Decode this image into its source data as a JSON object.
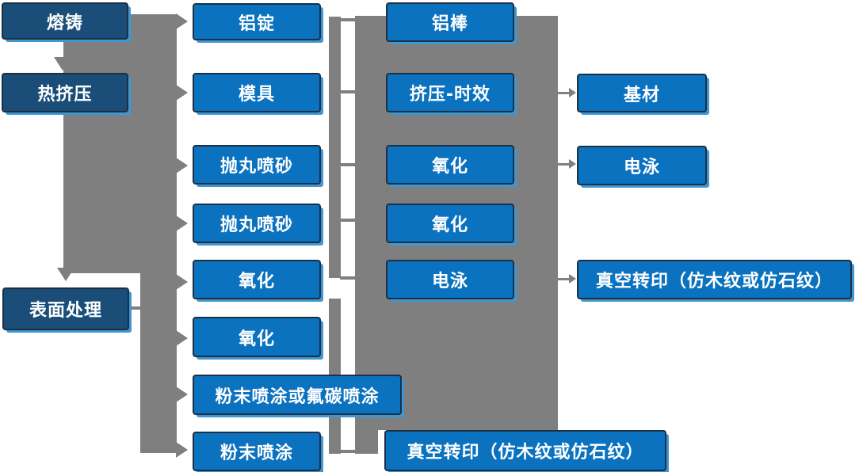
{
  "diagram": {
    "type": "flowchart",
    "language": "zh-CN",
    "colors": {
      "node_blue": "#0B72C0",
      "node_dark_blue": "#1A4E79",
      "node_border": "#1D3043",
      "echo_light_blue": "#3E97D3",
      "connector_gray": "#7F7F7F",
      "text": "#FFFFFF",
      "background": "#FFFFFF"
    },
    "nodes": {
      "rongzhu": {
        "label": "熔铸"
      },
      "rejiya": {
        "label": "热挤压"
      },
      "biaomianchuli": {
        "label": "表面处理"
      },
      "lvding": {
        "label": "铝锭"
      },
      "muju": {
        "label": "模具"
      },
      "paowan1": {
        "label": "抛丸喷砂"
      },
      "paowan2": {
        "label": "抛丸喷砂"
      },
      "yanghua_c2a": {
        "label": "氧化"
      },
      "yanghua_c2b": {
        "label": "氧化"
      },
      "fenmo_futan": {
        "label": "粉末喷涂或氟碳喷涂"
      },
      "fenmo": {
        "label": "粉末喷涂"
      },
      "lvbang": {
        "label": "铝棒"
      },
      "jiya_shixiao": {
        "label": "挤压-时效"
      },
      "yanghua_c3a": {
        "label": "氧化"
      },
      "yanghua_c3b": {
        "label": "氧化"
      },
      "dianyong_c3": {
        "label": "电泳"
      },
      "zhenkong_bottom": {
        "label": "真空转印（仿木纹或仿石纹）"
      },
      "jicai": {
        "label": "基材"
      },
      "dianyong_c4": {
        "label": "电泳"
      },
      "zhenkong_right": {
        "label": "真空转印（仿木纹或仿石纹）"
      }
    },
    "connections": [
      {
        "from": "熔铸",
        "to": "铝锭"
      },
      {
        "from": "熔铸",
        "to": "热挤压"
      },
      {
        "from": "热挤压",
        "to": "模具"
      },
      {
        "from": "热挤压",
        "to": "抛丸喷砂"
      },
      {
        "from": "热挤压",
        "to": "抛丸喷砂"
      },
      {
        "from": "热挤压",
        "to": "氧化"
      },
      {
        "from": "热挤压",
        "to": "表面处理"
      },
      {
        "from": "表面处理",
        "to": "氧化"
      },
      {
        "from": "表面处理",
        "to": "粉末喷涂或氟碳喷涂"
      },
      {
        "from": "表面处理",
        "to": "粉末喷涂"
      },
      {
        "from": "铝锭",
        "to": "铝棒"
      },
      {
        "from": "模具",
        "to": "挤压-时效"
      },
      {
        "from": "抛丸喷砂",
        "to": "氧化"
      },
      {
        "from": "抛丸喷砂",
        "to": "氧化"
      },
      {
        "from": "氧化",
        "to": "电泳"
      },
      {
        "from": "粉末喷涂",
        "to": "真空转印（仿木纹或仿石纹）"
      },
      {
        "from": "挤压-时效",
        "to": "基材"
      },
      {
        "from": "氧化",
        "to": "电泳"
      },
      {
        "from": "电泳",
        "to": "真空转印（仿木纹或仿石纹）"
      }
    ]
  }
}
